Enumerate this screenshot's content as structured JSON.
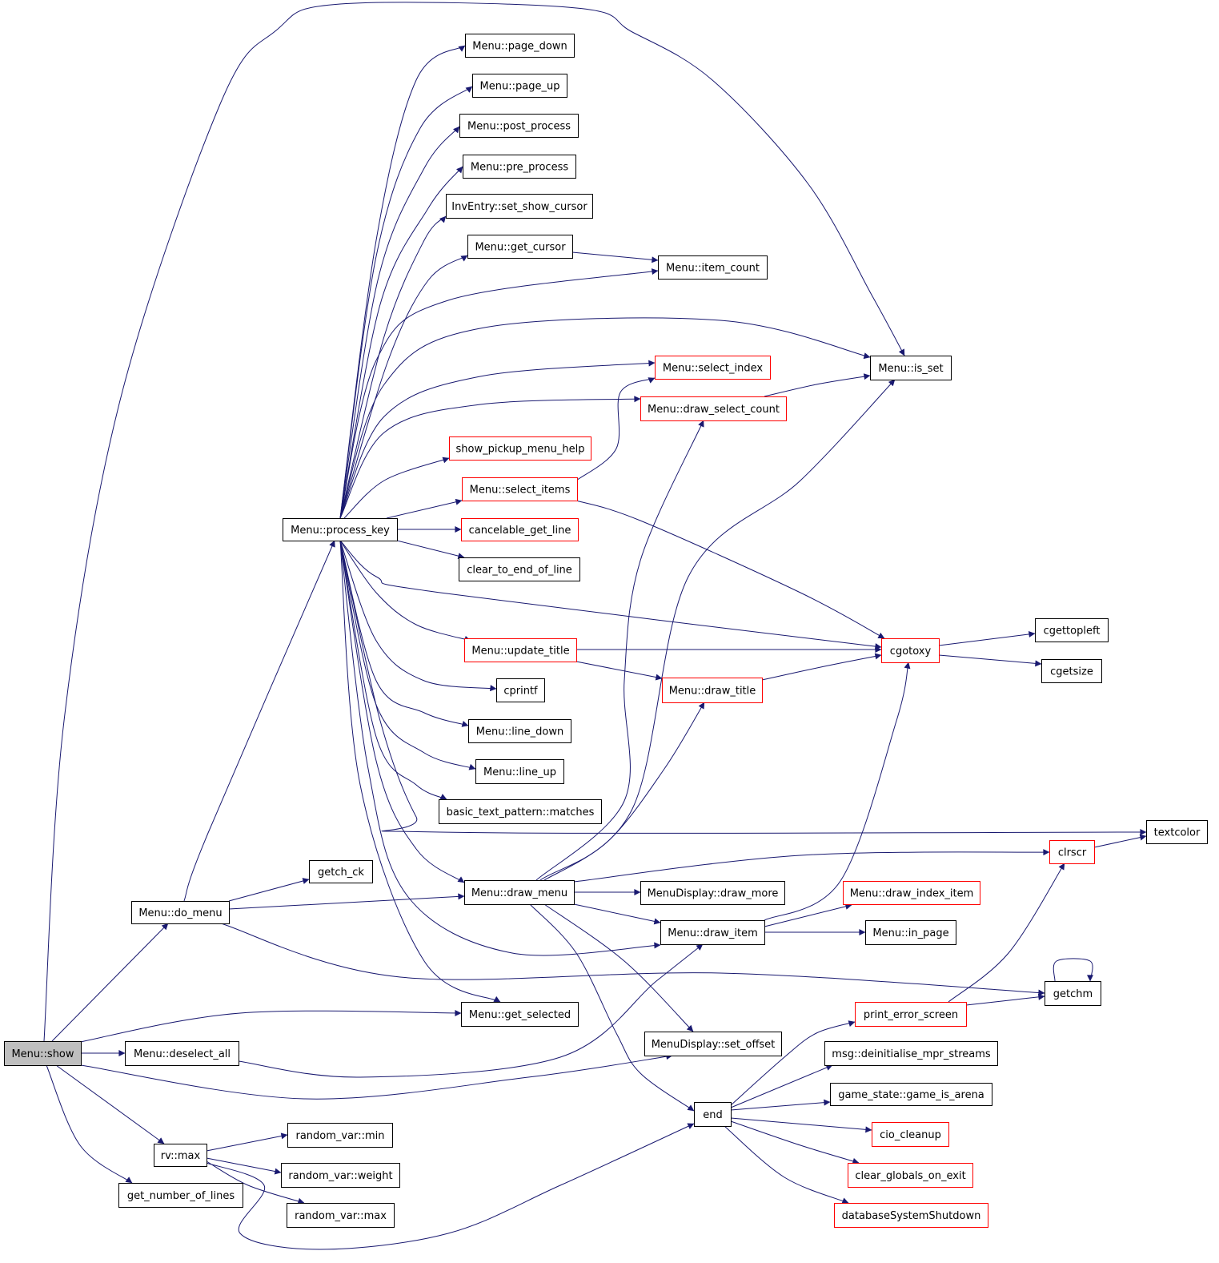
{
  "colors": {
    "edge": "#191970",
    "node_border_default": "#000000",
    "node_border_truncated": "#ff0000",
    "root_fill": "#bfbfbf",
    "node_fill": "#ffffff"
  },
  "nodes": [
    {
      "id": "menu_show",
      "label": "Menu::show",
      "style": "root"
    },
    {
      "id": "do_menu",
      "label": "Menu::do_menu",
      "style": "normal"
    },
    {
      "id": "deselect_all",
      "label": "Menu::deselect_all",
      "style": "normal"
    },
    {
      "id": "rv_max",
      "label": "rv::max",
      "style": "normal"
    },
    {
      "id": "get_number_of_lines",
      "label": "get_number_of_lines",
      "style": "normal"
    },
    {
      "id": "process_key",
      "label": "Menu::process_key",
      "style": "normal"
    },
    {
      "id": "getch_ck",
      "label": "getch_ck",
      "style": "normal"
    },
    {
      "id": "random_var_min",
      "label": "random_var::min",
      "style": "normal"
    },
    {
      "id": "random_var_weight",
      "label": "random_var::weight",
      "style": "normal"
    },
    {
      "id": "random_var_max",
      "label": "random_var::max",
      "style": "normal"
    },
    {
      "id": "page_down",
      "label": "Menu::page_down",
      "style": "normal"
    },
    {
      "id": "page_up",
      "label": "Menu::page_up",
      "style": "normal"
    },
    {
      "id": "post_process",
      "label": "Menu::post_process",
      "style": "normal"
    },
    {
      "id": "pre_process",
      "label": "Menu::pre_process",
      "style": "normal"
    },
    {
      "id": "set_show_cursor",
      "label": "InvEntry::set_show_cursor",
      "style": "normal"
    },
    {
      "id": "get_cursor",
      "label": "Menu::get_cursor",
      "style": "normal"
    },
    {
      "id": "show_pickup_menu_help",
      "label": "show_pickup_menu_help",
      "style": "truncated"
    },
    {
      "id": "select_items",
      "label": "Menu::select_items",
      "style": "truncated"
    },
    {
      "id": "cancelable_get_line",
      "label": "cancelable_get_line",
      "style": "truncated"
    },
    {
      "id": "clear_to_end_of_line",
      "label": "clear_to_end_of_line",
      "style": "normal"
    },
    {
      "id": "update_title",
      "label": "Menu::update_title",
      "style": "truncated"
    },
    {
      "id": "cprintf",
      "label": "cprintf",
      "style": "normal"
    },
    {
      "id": "line_down",
      "label": "Menu::line_down",
      "style": "normal"
    },
    {
      "id": "line_up",
      "label": "Menu::line_up",
      "style": "normal"
    },
    {
      "id": "matches",
      "label": "basic_text_pattern::matches",
      "style": "normal"
    },
    {
      "id": "draw_menu",
      "label": "Menu::draw_menu",
      "style": "normal"
    },
    {
      "id": "get_selected",
      "label": "Menu::get_selected",
      "style": "normal"
    },
    {
      "id": "item_count",
      "label": "Menu::item_count",
      "style": "normal"
    },
    {
      "id": "select_index",
      "label": "Menu::select_index",
      "style": "truncated"
    },
    {
      "id": "draw_select_count",
      "label": "Menu::draw_select_count",
      "style": "truncated"
    },
    {
      "id": "draw_title",
      "label": "Menu::draw_title",
      "style": "truncated"
    },
    {
      "id": "draw_more",
      "label": "MenuDisplay::draw_more",
      "style": "normal"
    },
    {
      "id": "draw_item",
      "label": "Menu::draw_item",
      "style": "normal"
    },
    {
      "id": "set_offset",
      "label": "MenuDisplay::set_offset",
      "style": "normal"
    },
    {
      "id": "end",
      "label": "end",
      "style": "normal"
    },
    {
      "id": "is_set",
      "label": "Menu::is_set",
      "style": "normal"
    },
    {
      "id": "cgotoxy",
      "label": "cgotoxy",
      "style": "truncated"
    },
    {
      "id": "clrscr",
      "label": "clrscr",
      "style": "truncated"
    },
    {
      "id": "draw_index_item",
      "label": "Menu::draw_index_item",
      "style": "truncated"
    },
    {
      "id": "in_page",
      "label": "Menu::in_page",
      "style": "normal"
    },
    {
      "id": "print_error_screen",
      "label": "print_error_screen",
      "style": "truncated"
    },
    {
      "id": "deinitialise",
      "label": "msg::deinitialise_mpr_streams",
      "style": "normal"
    },
    {
      "id": "game_is_arena",
      "label": "game_state::game_is_arena",
      "style": "normal"
    },
    {
      "id": "cio_cleanup",
      "label": "cio_cleanup",
      "style": "truncated"
    },
    {
      "id": "clear_globals",
      "label": "clear_globals_on_exit",
      "style": "truncated"
    },
    {
      "id": "db_shutdown",
      "label": "databaseSystemShutdown",
      "style": "truncated"
    },
    {
      "id": "cgettopleft",
      "label": "cgettopleft",
      "style": "normal"
    },
    {
      "id": "cgetsize",
      "label": "cgetsize",
      "style": "normal"
    },
    {
      "id": "textcolor",
      "label": "textcolor",
      "style": "normal"
    },
    {
      "id": "getchm",
      "label": "getchm",
      "style": "normal"
    }
  ],
  "edges": [
    {
      "from": "menu_show",
      "to": "is_set"
    },
    {
      "from": "menu_show",
      "to": "do_menu"
    },
    {
      "from": "menu_show",
      "to": "get_selected"
    },
    {
      "from": "menu_show",
      "to": "deselect_all"
    },
    {
      "from": "menu_show",
      "to": "set_offset"
    },
    {
      "from": "menu_show",
      "to": "rv_max"
    },
    {
      "from": "menu_show",
      "to": "get_number_of_lines"
    },
    {
      "from": "menu_show",
      "to": "end"
    },
    {
      "from": "do_menu",
      "to": "process_key"
    },
    {
      "from": "do_menu",
      "to": "getch_ck"
    },
    {
      "from": "do_menu",
      "to": "draw_menu"
    },
    {
      "from": "do_menu",
      "to": "getchm"
    },
    {
      "from": "deselect_all",
      "to": "draw_item"
    },
    {
      "from": "rv_max",
      "to": "random_var_min"
    },
    {
      "from": "rv_max",
      "to": "random_var_weight"
    },
    {
      "from": "rv_max",
      "to": "random_var_max"
    },
    {
      "from": "process_key",
      "to": "page_down"
    },
    {
      "from": "process_key",
      "to": "page_up"
    },
    {
      "from": "process_key",
      "to": "post_process"
    },
    {
      "from": "process_key",
      "to": "pre_process"
    },
    {
      "from": "process_key",
      "to": "set_show_cursor"
    },
    {
      "from": "process_key",
      "to": "get_cursor"
    },
    {
      "from": "process_key",
      "to": "item_count"
    },
    {
      "from": "process_key",
      "to": "is_set"
    },
    {
      "from": "process_key",
      "to": "select_index"
    },
    {
      "from": "process_key",
      "to": "draw_select_count"
    },
    {
      "from": "process_key",
      "to": "show_pickup_menu_help"
    },
    {
      "from": "process_key",
      "to": "select_items"
    },
    {
      "from": "process_key",
      "to": "cancelable_get_line"
    },
    {
      "from": "process_key",
      "to": "clear_to_end_of_line"
    },
    {
      "from": "process_key",
      "to": "cgotoxy"
    },
    {
      "from": "process_key",
      "to": "update_title"
    },
    {
      "from": "process_key",
      "to": "cprintf"
    },
    {
      "from": "process_key",
      "to": "line_down"
    },
    {
      "from": "process_key",
      "to": "line_up"
    },
    {
      "from": "process_key",
      "to": "matches"
    },
    {
      "from": "process_key",
      "to": "textcolor"
    },
    {
      "from": "process_key",
      "to": "draw_menu"
    },
    {
      "from": "process_key",
      "to": "draw_item"
    },
    {
      "from": "process_key",
      "to": "get_selected"
    },
    {
      "from": "get_cursor",
      "to": "item_count"
    },
    {
      "from": "select_items",
      "to": "select_index"
    },
    {
      "from": "select_items",
      "to": "cgotoxy"
    },
    {
      "from": "update_title",
      "to": "cgotoxy"
    },
    {
      "from": "update_title",
      "to": "draw_title"
    },
    {
      "from": "draw_select_count",
      "to": "is_set"
    },
    {
      "from": "draw_title",
      "to": "cgotoxy"
    },
    {
      "from": "draw_menu",
      "to": "draw_select_count"
    },
    {
      "from": "draw_menu",
      "to": "is_set"
    },
    {
      "from": "draw_menu",
      "to": "draw_title"
    },
    {
      "from": "draw_menu",
      "to": "clrscr"
    },
    {
      "from": "draw_menu",
      "to": "draw_more"
    },
    {
      "from": "draw_menu",
      "to": "draw_item"
    },
    {
      "from": "draw_menu",
      "to": "set_offset"
    },
    {
      "from": "draw_menu",
      "to": "end"
    },
    {
      "from": "draw_item",
      "to": "cgotoxy"
    },
    {
      "from": "draw_item",
      "to": "draw_index_item"
    },
    {
      "from": "draw_item",
      "to": "in_page"
    },
    {
      "from": "cgotoxy",
      "to": "cgettopleft"
    },
    {
      "from": "cgotoxy",
      "to": "cgetsize"
    },
    {
      "from": "clrscr",
      "to": "textcolor"
    },
    {
      "from": "end",
      "to": "print_error_screen"
    },
    {
      "from": "end",
      "to": "deinitialise"
    },
    {
      "from": "end",
      "to": "game_is_arena"
    },
    {
      "from": "end",
      "to": "cio_cleanup"
    },
    {
      "from": "end",
      "to": "clear_globals"
    },
    {
      "from": "end",
      "to": "db_shutdown"
    },
    {
      "from": "print_error_screen",
      "to": "clrscr"
    },
    {
      "from": "print_error_screen",
      "to": "getchm"
    },
    {
      "from": "getchm",
      "to": "getchm"
    }
  ]
}
